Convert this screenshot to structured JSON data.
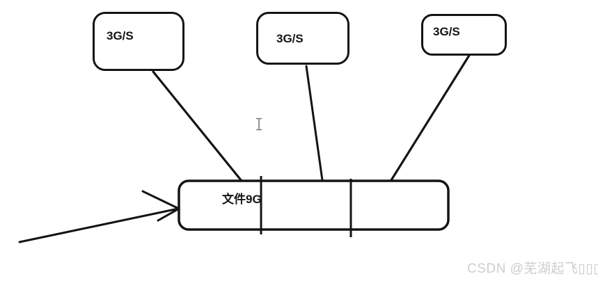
{
  "diagram": {
    "stroke_color": "#141414",
    "background_color": "#ffffff",
    "nodes": [
      {
        "label": "3G/S"
      },
      {
        "label": "3G/S"
      },
      {
        "label": "3G/S"
      }
    ],
    "container": {
      "label": "文件9G",
      "compartments": 3
    }
  },
  "cursor": {
    "type": "i-beam-text-cursor",
    "color": "#7a7a7a"
  },
  "watermark": {
    "text": "CSDN @芜湖起飞▯▯▯",
    "color": "#cdcdcd"
  }
}
